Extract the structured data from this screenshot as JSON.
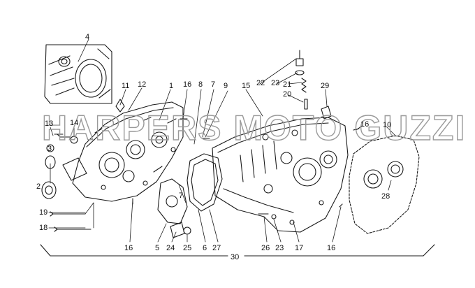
{
  "diagram": {
    "callouts": {
      "c1": "1",
      "c3": "3",
      "c4": "4",
      "c5": "5",
      "c6": "6",
      "c7a": "7",
      "c7b": "7",
      "c8": "8",
      "c9": "9",
      "c10": "10",
      "c11": "11",
      "c12": "12",
      "c13": "13",
      "c14": "14",
      "c15": "15",
      "c16a": "16",
      "c16b": "16",
      "c16c": "16",
      "c16d": "16",
      "c17": "17",
      "c18": "18",
      "c19": "19",
      "c20": "20",
      "c21": "21",
      "c22": "22",
      "c23a": "23",
      "c23b": "23",
      "c24": "24",
      "c25": "25",
      "c26": "26",
      "c27": "27",
      "c28": "28",
      "c29": "29",
      "c30": "30"
    },
    "watermark": "HARPERS MOTO GUZZI ©",
    "colors": {
      "line": "#1a1a1a",
      "background": "#ffffff",
      "watermark": "#9a9a9a"
    }
  }
}
